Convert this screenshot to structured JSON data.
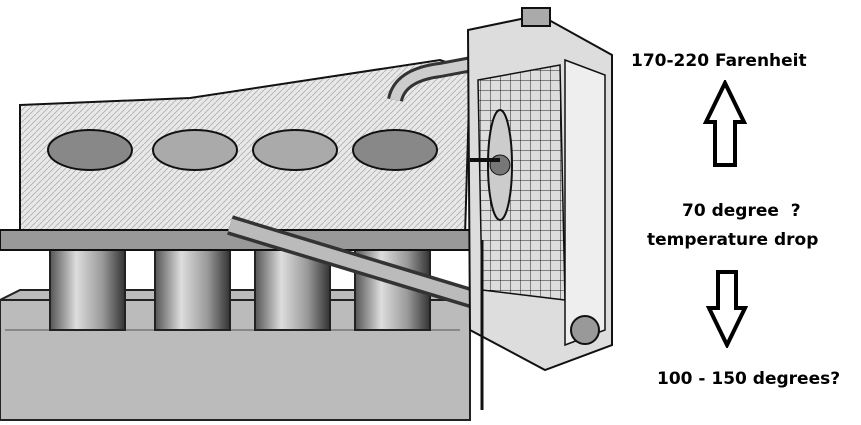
{
  "annotations": {
    "top_temperature": "170-220 Farenheit",
    "drop_line1": "70 degree  ?",
    "drop_line2": "temperature drop",
    "bottom_temperature": "100 - 150 degrees?"
  },
  "icons": {
    "up": "arrow-up-outline-icon",
    "down": "arrow-down-outline-icon"
  }
}
